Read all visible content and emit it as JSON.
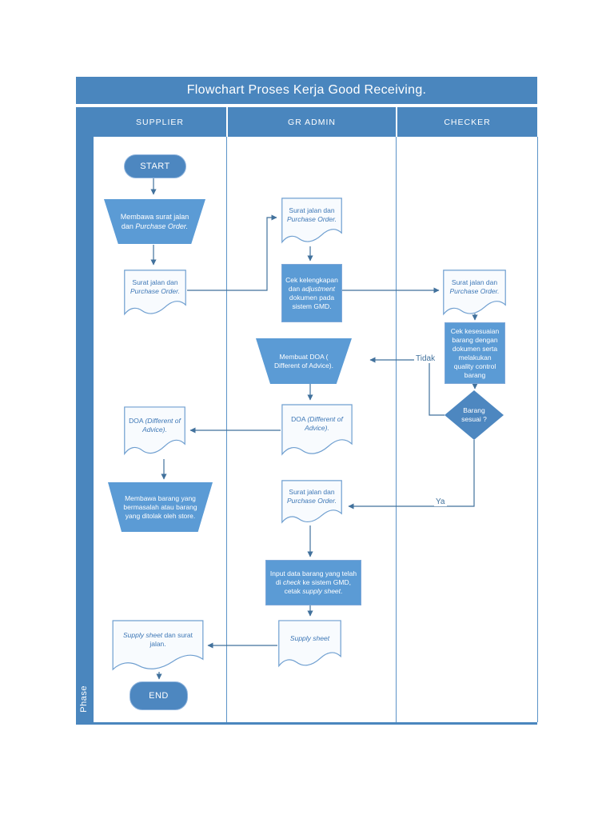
{
  "title": "Flowchart Proses Kerja Good Receiving.",
  "phase_label": "Phase",
  "lanes": {
    "supplier": "SUPPLIER",
    "gr_admin": "GR ADMIN",
    "checker": "CHECKER"
  },
  "colors": {
    "accent": "#4a86be",
    "shape_fill": "#5b9bd5",
    "pill_fill": "#4d87c0",
    "doc_border": "#6f9fd0",
    "doc_text": "#3d77b6",
    "line": "#41719c"
  },
  "nodes": {
    "start": "START",
    "end": "END",
    "trap_bring_docs": {
      "seg1": "Membawa surat jalan dan ",
      "seg2_italic": "Purchase Order."
    },
    "doc_supplier_sj": {
      "seg1": "Surat jalan dan ",
      "seg2_italic": "Purchase Order."
    },
    "doc_gradmin_sj1": {
      "seg1": "Surat jalan dan ",
      "seg2_italic": "Purchase Order."
    },
    "proc_cek_kelengkapan": {
      "seg1": "Cek kelengkapan dan ",
      "seg2_italic": "adjustment",
      "seg3": " dokumen pada sistem GMD."
    },
    "doc_checker_sj": {
      "seg1": "Surat jalan dan ",
      "seg2_italic": "Purchase Order."
    },
    "proc_cek_kesesuaian": {
      "text": "Cek kesesuaian barang dengan dokumen serta melakukan quality control barang"
    },
    "decision_barang_sesuai": "Barang sesuai ?",
    "trap_membuat_doa": {
      "line1": "Membuat DOA (",
      "line2": "Different of Advice)."
    },
    "doc_gradmin_doa": {
      "seg1": "DOA ",
      "seg2_italic": "(Different of Advice)."
    },
    "doc_supplier_doa": {
      "seg1": "DOA ",
      "seg2_italic": "(Different of Advice)."
    },
    "trap_membawa_barang": "Membawa barang yang bermasalah atau barang yang ditolak oleh store.",
    "doc_gradmin_sj2": {
      "seg1": "Surat jalan dan ",
      "seg2_italic": "Purchase Order."
    },
    "proc_input_data": {
      "seg1": "Input data barang yang telah di ",
      "seg2_italic": "check",
      "seg3": " ke sistem GMD, cetak ",
      "seg4_italic": "supply sheet",
      "seg5": "."
    },
    "doc_supply_sheet": {
      "seg1_italic": "Supply sheet"
    },
    "doc_supply_jalan": {
      "seg1_italic": "Supply sheet",
      "seg2": " dan surat jalan."
    }
  },
  "edge_labels": {
    "no": "Tidak",
    "yes": "Ya"
  }
}
